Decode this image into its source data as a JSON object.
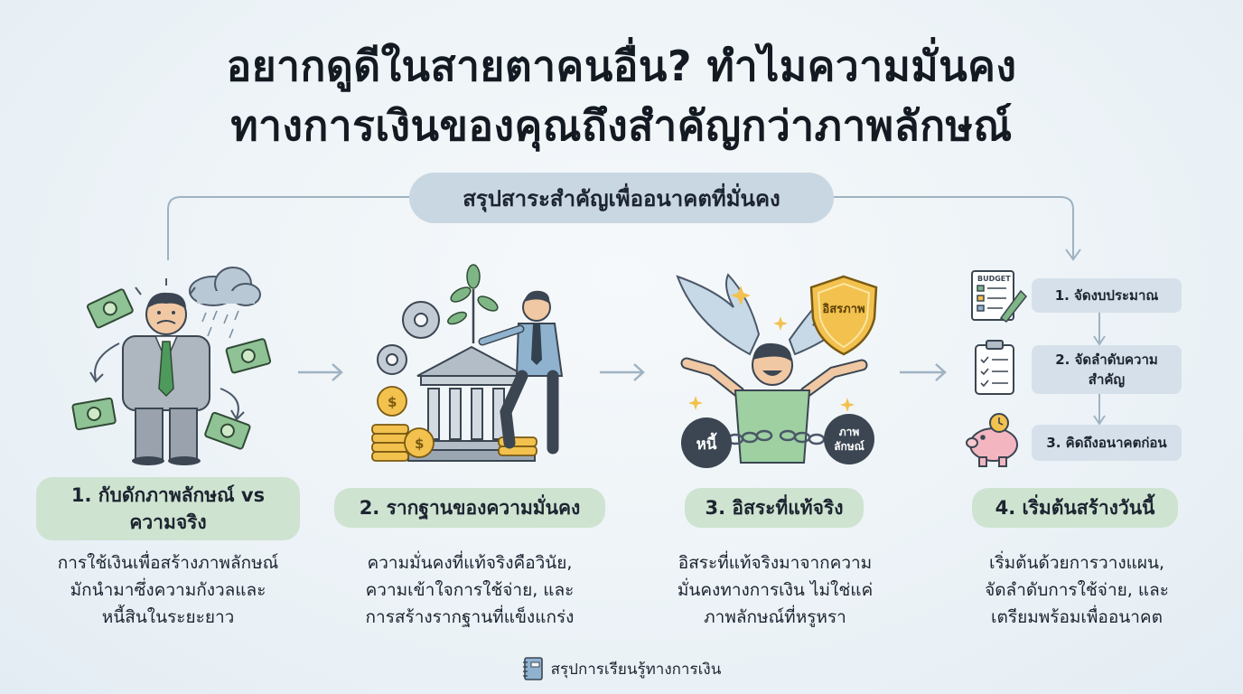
{
  "title": {
    "line1": "อยากดูดีในสายตาคนอื่น? ทำไมความมั่นคง",
    "line2": "ทางการเงินของคุณถึงสำคัญกว่าภาพลักษณ์"
  },
  "subtitle": "สรุปสาระสำคัญเพื่ออนาคตที่มั่นคง",
  "sections": [
    {
      "heading_line1": "1. กับดักภาพลักษณ์ vs",
      "heading_line2": "ความจริง",
      "desc": [
        "การใช้เงินเพื่อสร้างภาพลักษณ์",
        "มักนำมาซึ่งความกังวลและ",
        "หนี้สินในระยะยาว"
      ]
    },
    {
      "heading": "2. รากฐานของความมั่นคง",
      "desc": [
        "ความมั่นคงที่แท้จริงคือวินัย,",
        "ความเข้าใจการใช้จ่าย, และ",
        "การสร้างรากฐานที่แข็งแกร่ง"
      ]
    },
    {
      "heading": "3. อิสระที่แท้จริง",
      "desc": [
        "อิสระที่แท้จริงมาจากความ",
        "มั่นคงทางการเงิน ไม่ใช่แค่",
        "ภาพลักษณ์ที่หรูหรา"
      ]
    },
    {
      "heading": "4. เริ่มต้นสร้างวันนี้",
      "desc": [
        "เริ่มต้นด้วยการวางแผน,",
        "จัดลำดับการใช้จ่าย, และ",
        "เตรียมพร้อมเพื่ออนาคต"
      ]
    }
  ],
  "illustration_labels": {
    "shield": "อิสรภาพ",
    "ball_left": "หนี้",
    "ball_right_line1": "ภาพ",
    "ball_right_line2": "ลักษณ์",
    "budget": "BUDGET"
  },
  "steps": [
    {
      "line1": "1. จัดงบประมาณ",
      "line2": ""
    },
    {
      "line1": "2. จัดลำดับความ",
      "line2": "สำคัญ"
    },
    {
      "line1": "3. คิดถึงอนาคตก่อน",
      "line2": ""
    }
  ],
  "footer": "สรุปการเรียนรู้ทางการเงิน",
  "colors": {
    "accent_green": "#cfe3d1",
    "accent_blue": "#d5e0ea",
    "subtitle_pill": "#c9d7e2",
    "arrow": "#9fb3c2",
    "gold": "#f2c14e"
  }
}
